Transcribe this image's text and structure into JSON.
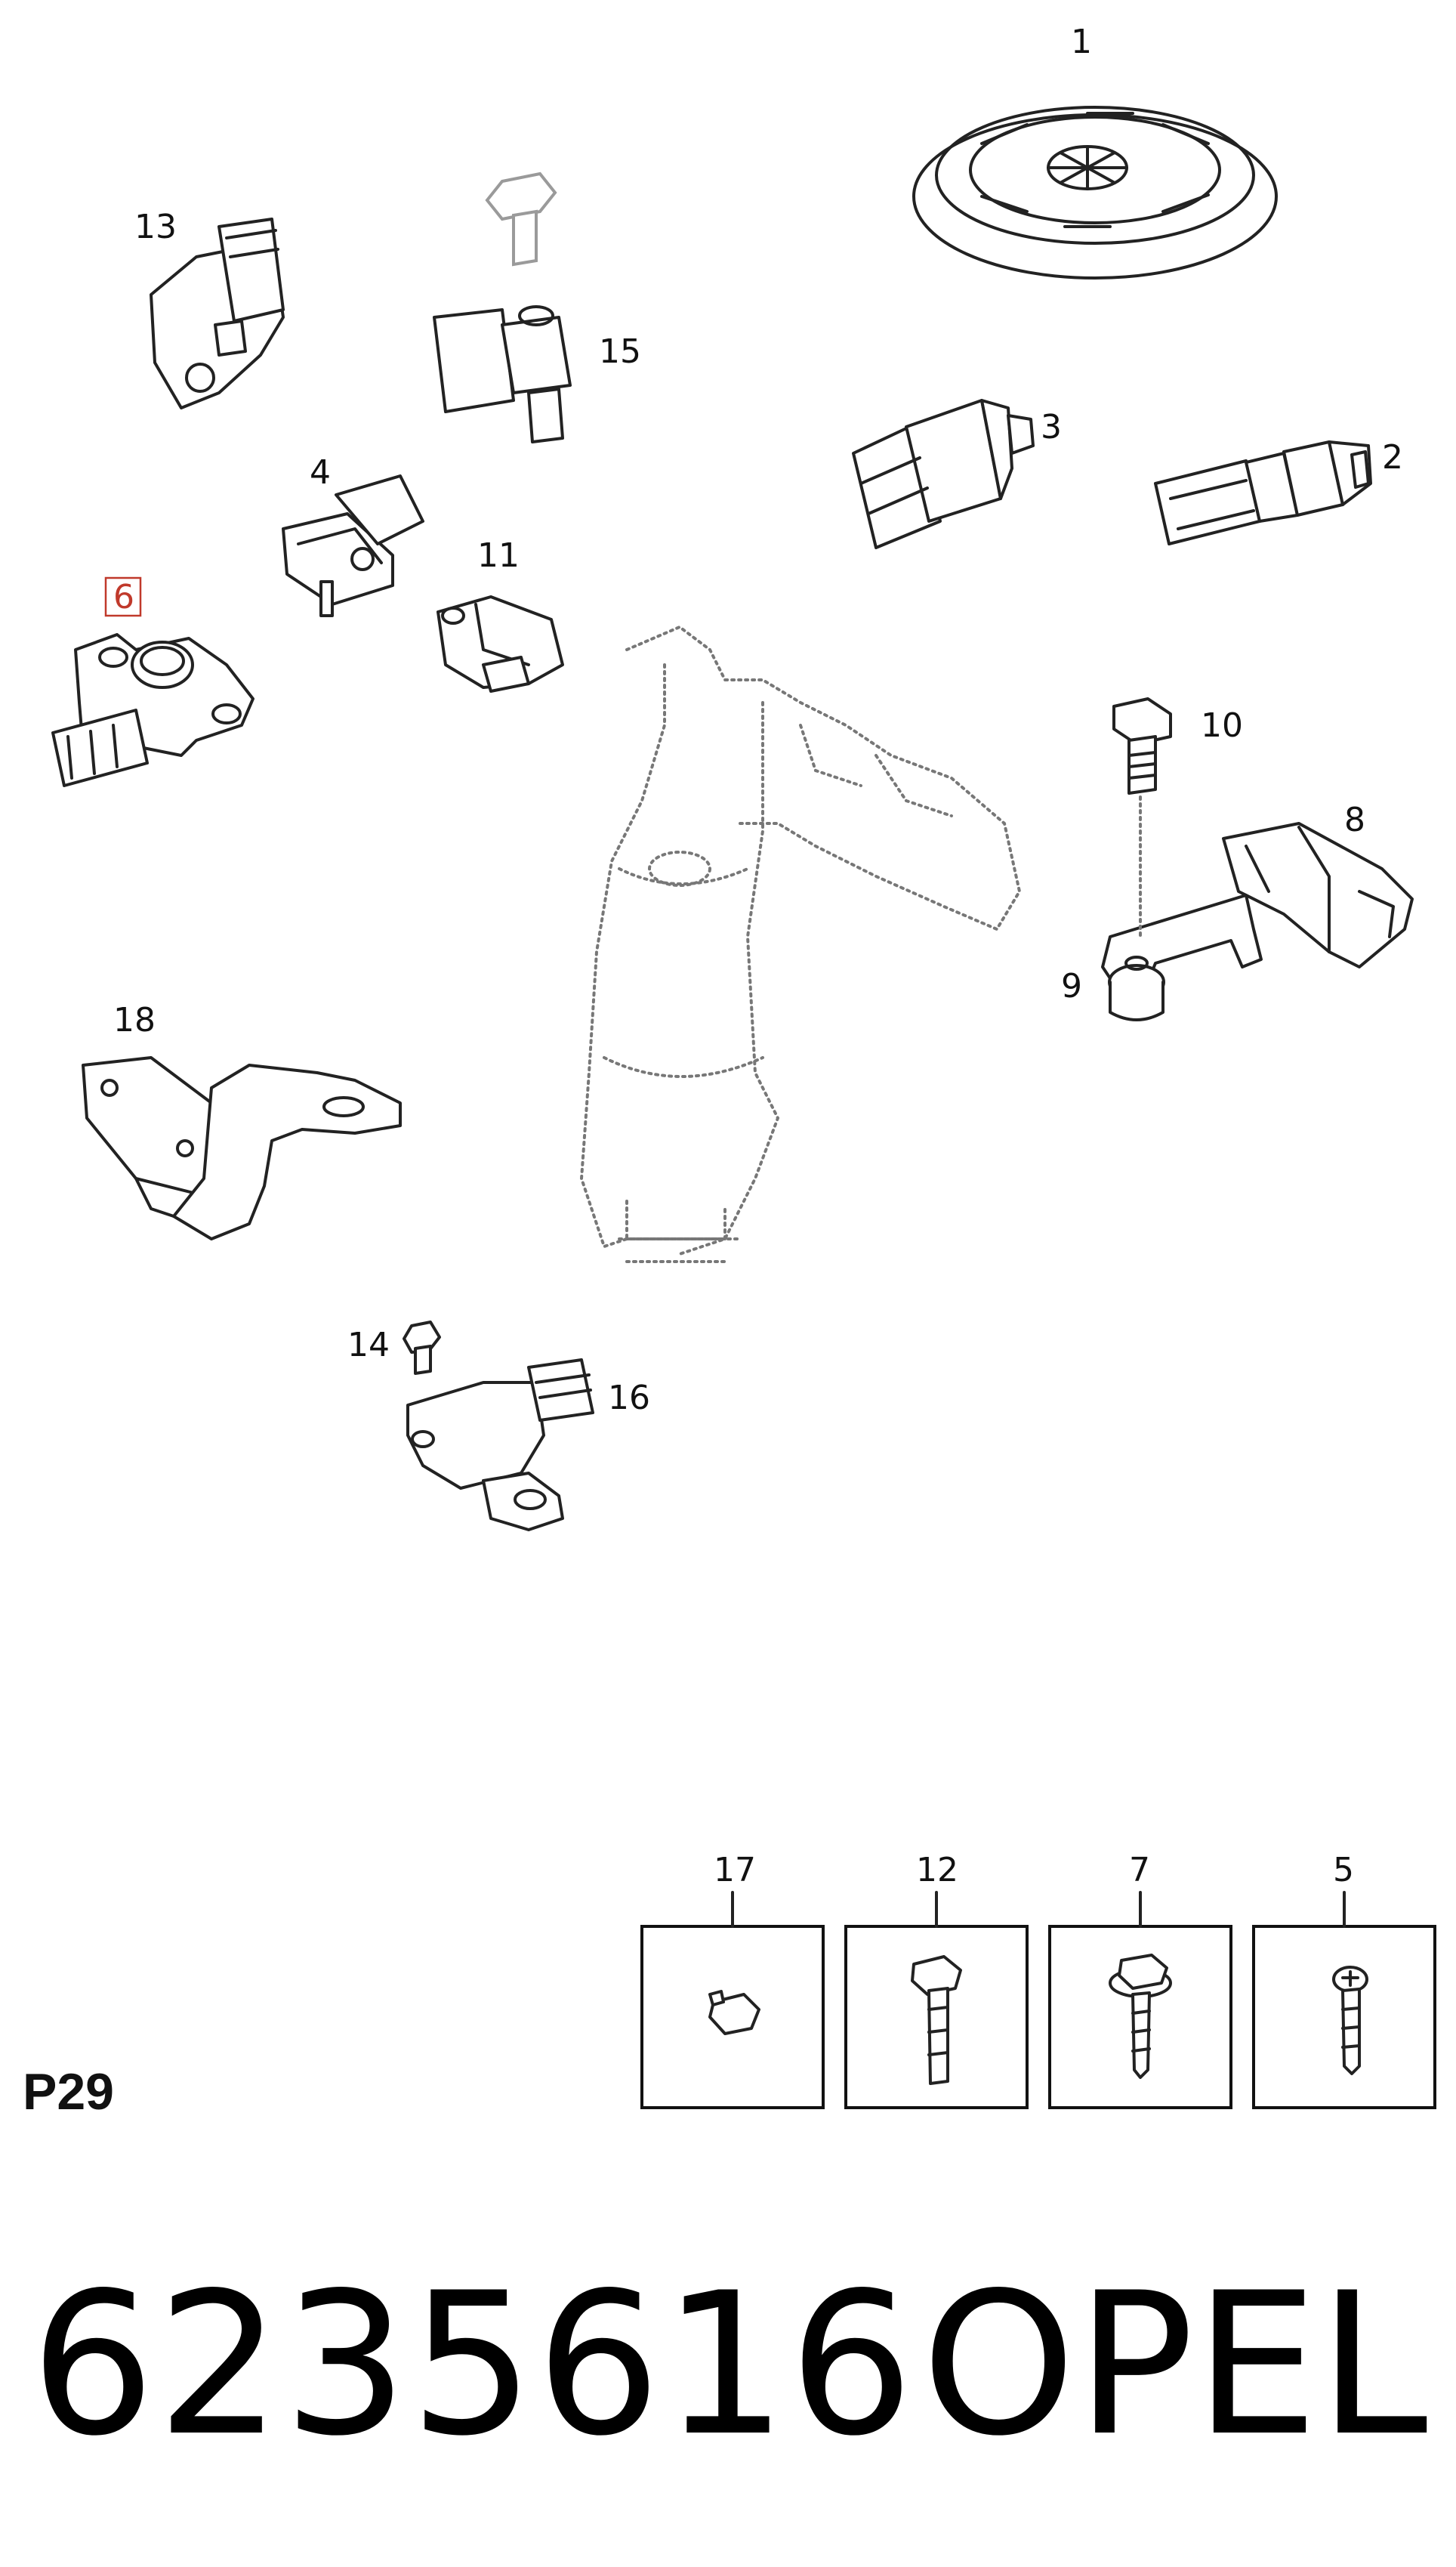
{
  "diagram": {
    "callouts": {
      "c1": "1",
      "c2": "2",
      "c3": "3",
      "c4": "4",
      "c5": "5",
      "c6": "6",
      "c7": "7",
      "c8": "8",
      "c9": "9",
      "c10": "10",
      "c11": "11",
      "c12": "12",
      "c13": "13",
      "c14": "14",
      "c15": "15",
      "c16": "16",
      "c17": "17",
      "c18": "18"
    },
    "highlighted_callout": "6",
    "highlight_color": "#c0392b",
    "page_code": "P29"
  },
  "footer": {
    "part_number": "6235616",
    "brand": "OPEL"
  }
}
